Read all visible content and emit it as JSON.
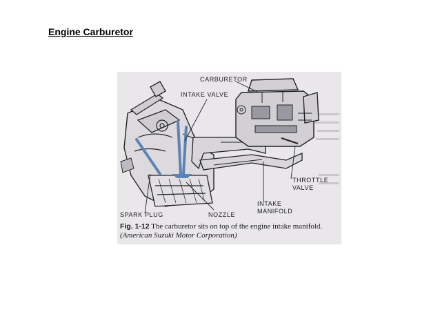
{
  "page": {
    "title": "Engine Carburetor"
  },
  "figure": {
    "labels": {
      "carburetor": "CARBURETOR",
      "intake_valve": "INTAKE VALVE",
      "throttle_valve_1": "THROTTLE",
      "throttle_valve_2": "VALVE",
      "intake_manifold_1": "INTAKE",
      "intake_manifold_2": "MANIFOLD",
      "spark_plug": "SPARK PLUG",
      "nozzle": "NOZZLE"
    },
    "caption": {
      "fig_number": "Fig. 1-12",
      "text": "The carburetor sits on top of the engine intake manifold.",
      "credit": "(American Suzuki Motor Corporation)"
    }
  }
}
